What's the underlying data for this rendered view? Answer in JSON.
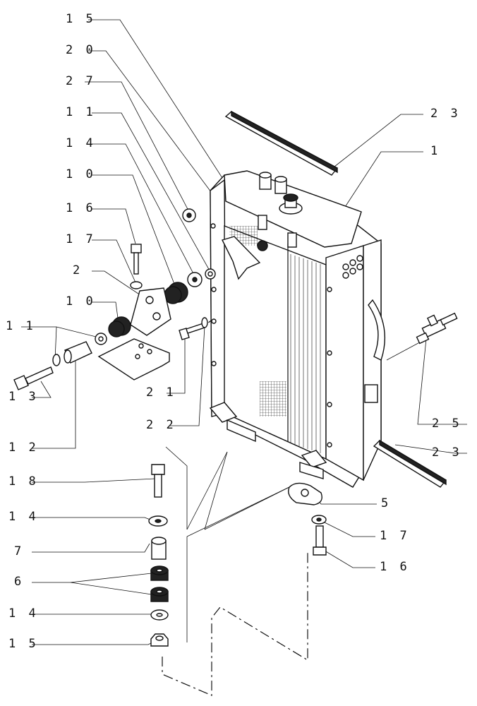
{
  "callouts": [
    {
      "id": "c15a",
      "label": "1 5"
    },
    {
      "id": "c20",
      "label": "2 0"
    },
    {
      "id": "c27",
      "label": "2 7"
    },
    {
      "id": "c11a",
      "label": "1 1"
    },
    {
      "id": "c14a",
      "label": "1 4"
    },
    {
      "id": "c10a",
      "label": "1 0"
    },
    {
      "id": "c16a",
      "label": "1 6"
    },
    {
      "id": "c17a",
      "label": "1 7"
    },
    {
      "id": "c2",
      "label": "2"
    },
    {
      "id": "c10b",
      "label": "1 0"
    },
    {
      "id": "c11b",
      "label": "1 1"
    },
    {
      "id": "c13",
      "label": "1 3"
    },
    {
      "id": "c12",
      "label": "1 2"
    },
    {
      "id": "c21",
      "label": "2 1"
    },
    {
      "id": "c22",
      "label": "2 2"
    },
    {
      "id": "c23a",
      "label": "2 3"
    },
    {
      "id": "c1",
      "label": "1"
    },
    {
      "id": "c25",
      "label": "2 5"
    },
    {
      "id": "c23b",
      "label": "2 3"
    },
    {
      "id": "c5",
      "label": "5"
    },
    {
      "id": "c17b",
      "label": "1 7"
    },
    {
      "id": "c16b",
      "label": "1 6"
    },
    {
      "id": "c18",
      "label": "1 8"
    },
    {
      "id": "c14b",
      "label": "1 4"
    },
    {
      "id": "c7",
      "label": "7"
    },
    {
      "id": "c6",
      "label": "6"
    },
    {
      "id": "c14c",
      "label": "1 4"
    },
    {
      "id": "c15b",
      "label": "1 5"
    }
  ]
}
